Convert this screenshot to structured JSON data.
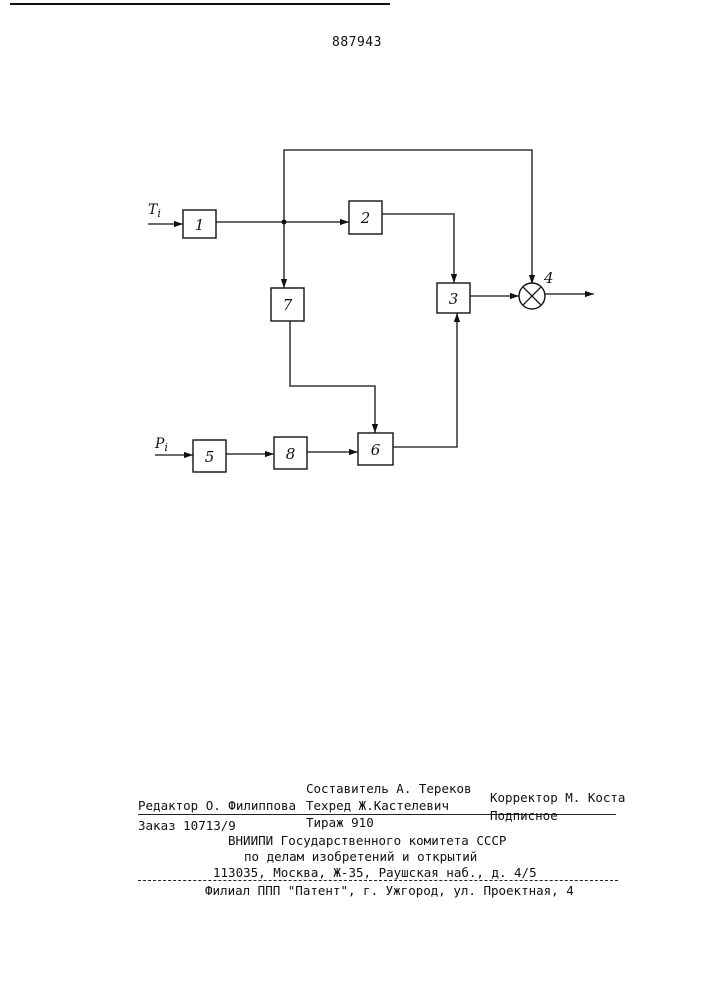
{
  "document": {
    "patent_number": "887943"
  },
  "diagram": {
    "inputs": {
      "upper": "T",
      "upper_sub": "i",
      "lower": "P",
      "lower_sub": "i"
    },
    "blocks": {
      "b1": "1",
      "b2": "2",
      "b3": "3",
      "b5": "5",
      "b6": "6",
      "b7": "7",
      "b8": "8"
    },
    "multiplier": {
      "label": "4"
    }
  },
  "colophon": {
    "compiler": "Составитель А. Тереков",
    "editor": "Редактор О. Филиппова",
    "techred": "Техред Ж.Кастелевич",
    "corrector": "Корректор М. Коста",
    "order": "Заказ 10713/9",
    "circulation": "Тираж 910",
    "subscription": "Подписное",
    "org_line1": "ВНИИПИ Государственного комитета СССР",
    "org_line2": "по делам изобретений и открытий",
    "address": "113035, Москва, Ж-35, Раушская наб., д. 4/5",
    "branch": "Филиал ППП \"Патент\", г. Ужгород, ул. Проектная, 4"
  }
}
